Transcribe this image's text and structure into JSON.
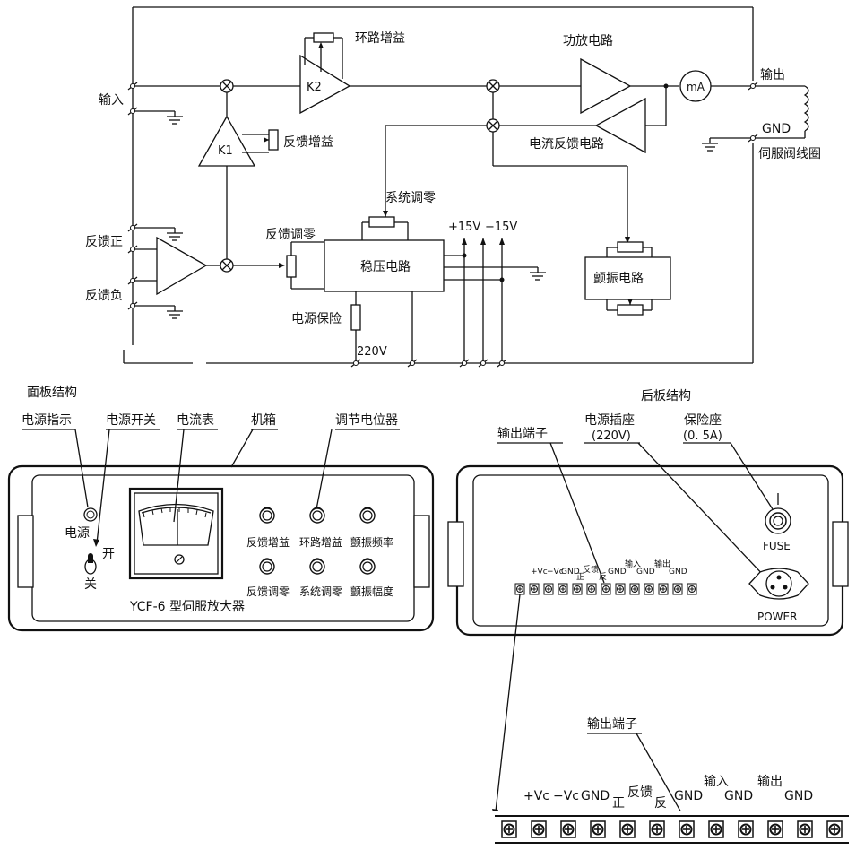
{
  "circuit": {
    "loop_gain": "环路增益",
    "power_amp": "功放电路",
    "input": "输入",
    "k2": "K2",
    "ma": "mA",
    "output": "输出",
    "gnd": "GND",
    "feedback_gain": "反馈增益",
    "k1": "K1",
    "current_feedback": "电流反馈电路",
    "servo_coil": "伺服阀线圈",
    "system_zero": "系统调零",
    "plus15": "+15V",
    "minus15": "−15V",
    "feedback_pos": "反馈正",
    "feedback_zero": "反馈调零",
    "regulator": "稳压电路",
    "dither": "颤振电路",
    "feedback_neg": "反馈负",
    "power_fuse": "电源保险",
    "v220": "220V"
  },
  "front_panel": {
    "title": "面板结构",
    "power_indicator": "电源指示",
    "power_switch": "电源开关",
    "ammeter": "电流表",
    "chassis": "机箱",
    "potentiometer": "调节电位器",
    "power_label": "电源",
    "on": "开",
    "off": "关",
    "knobs": [
      "反馈增益",
      "环路增益",
      "颤振频率",
      "反馈调零",
      "系统调零",
      "颤振幅度"
    ],
    "model": "YCF-6 型伺服放大器"
  },
  "rear_panel": {
    "title": "后板结构",
    "output_terminal": "输出端子",
    "power_socket": "电源插座",
    "power_socket_v": "(220V)",
    "fuse_holder": "保险座",
    "fuse_rating": "(0. 5A)",
    "fuse": "FUSE",
    "power": "POWER",
    "terminal_labels": [
      "+Vc",
      "−Vc",
      "GND",
      "正",
      "反馈",
      "反",
      "GND",
      "输入",
      "GND",
      "输出",
      "GND"
    ]
  },
  "terminal_detail": {
    "title": "输出端子",
    "labels": [
      "+Vc",
      "−Vc",
      "GND",
      "正",
      "反馈",
      "反",
      "GND",
      "输入",
      "GND",
      "输出",
      "GND"
    ],
    "count": 12
  }
}
